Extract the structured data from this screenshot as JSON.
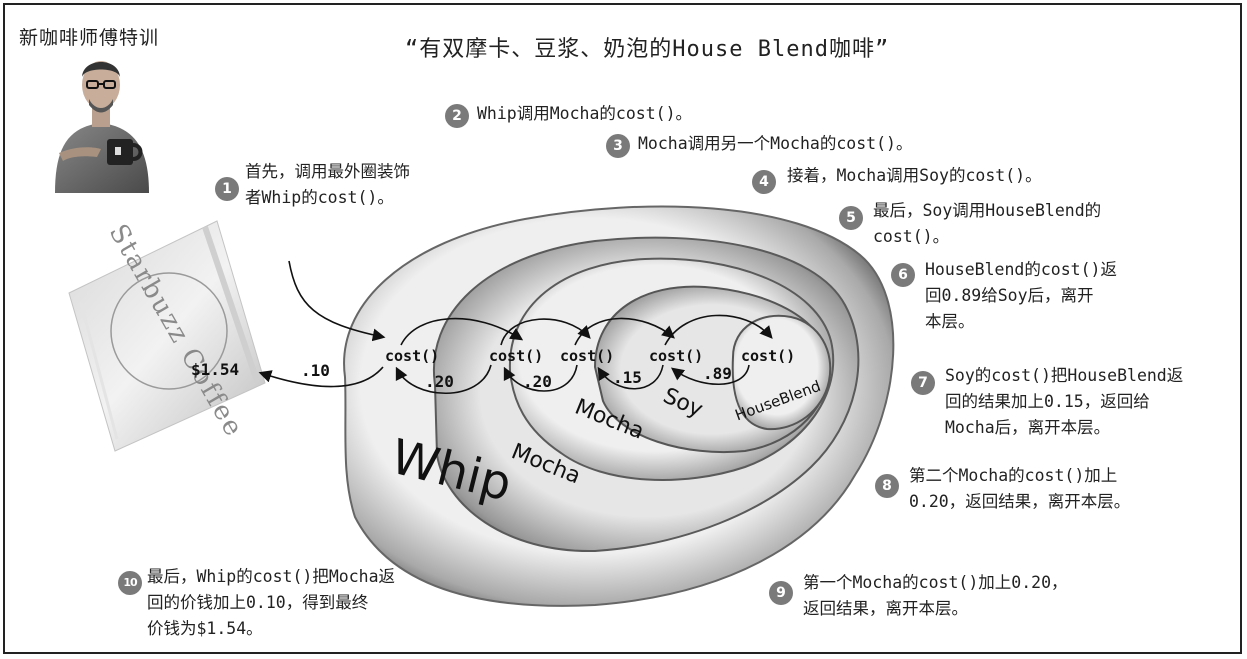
{
  "corner_label": "新咖啡师傅特训",
  "title": "“有双摩卡、豆浆、奶泡的House Blend咖啡”",
  "steps": [
    {
      "num": "1",
      "line1": "首先，调用最外圈装饰",
      "line2": "者Whip的cost()。",
      "line3": ""
    },
    {
      "num": "2",
      "line1": "Whip调用Mocha的cost()。",
      "line2": "",
      "line3": ""
    },
    {
      "num": "3",
      "line1": "Mocha调用另一个Mocha的cost()。",
      "line2": "",
      "line3": ""
    },
    {
      "num": "4",
      "line1": "接着，Mocha调用Soy的cost()。",
      "line2": "",
      "line3": ""
    },
    {
      "num": "5",
      "line1": "最后，Soy调用HouseBlend的",
      "line2": "cost()。",
      "line3": ""
    },
    {
      "num": "6",
      "line1": "HouseBlend的cost()返",
      "line2": "回0.89给Soy后，离开",
      "line3": "本层。"
    },
    {
      "num": "7",
      "line1": "Soy的cost()把HouseBlend返",
      "line2": "回的结果加上0.15，返回给",
      "line3": "Mocha后，离开本层。"
    },
    {
      "num": "8",
      "line1": "第二个Mocha的cost()加上",
      "line2": "0.20，返回结果，离开本层。",
      "line3": ""
    },
    {
      "num": "9",
      "line1": "第一个Mocha的cost()加上0.20，",
      "line2": "返回结果，离开本层。",
      "line3": ""
    },
    {
      "num": "10",
      "line1": "最后，Whip的cost()把Mocha返",
      "line2": "回的价钱加上0.10，得到最终",
      "line3": "价钱为$1.54。"
    }
  ],
  "layers": {
    "whip": "Whip",
    "mocha_outer": "Mocha",
    "mocha_inner": "Mocha",
    "soy": "Soy",
    "house_blend": "HouseBlend"
  },
  "calls": [
    "cost()",
    "cost()",
    "cost()",
    "cost()",
    "cost()"
  ],
  "returns": {
    "final": "$1.54",
    "whip": ".10",
    "mocha_outer": ".20",
    "mocha_inner": ".20",
    "soy": ".15",
    "house_blend": ".89"
  },
  "napkin_text": "Starbuzz Coffee",
  "colors": {
    "badge": "#7a7a7a",
    "ink": "#111111"
  }
}
